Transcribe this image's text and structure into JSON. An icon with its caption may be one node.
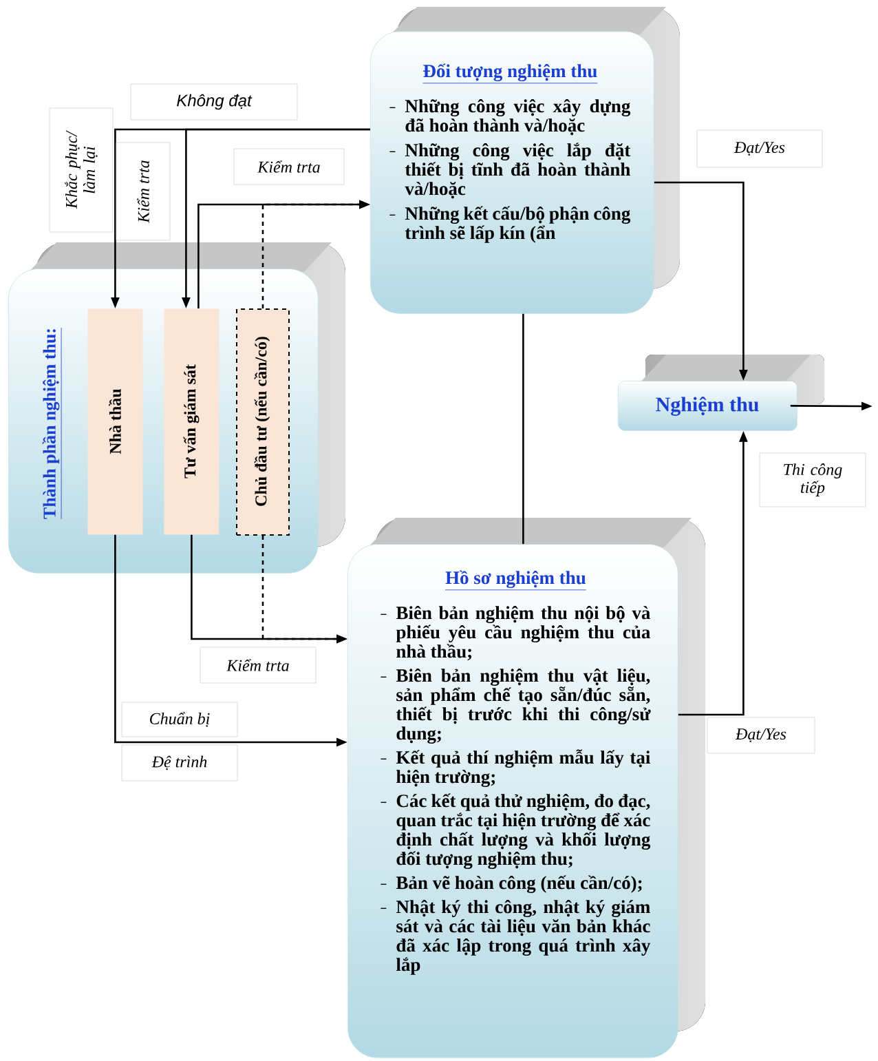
{
  "diagram": {
    "nodes": [
      {
        "text": [
          "Thành phần nghiệm thu:"
        ]
      },
      {
        "text": [
          "Nhà thầu"
        ],
        "in": 0
      },
      {
        "text": [
          "Tư vấn giám sát"
        ],
        "in": 0
      },
      {
        "text": [
          "Chủ đầu tư (nếu cần/có)"
        ],
        "in": 0
      },
      {
        "text": [
          "Đối tượng nghiệm thu",
          "Những công việc xây dựng đã hoàn thành và/hoặc",
          "Những công việc lắp đặt thiết bị tĩnh đã hoàn thành và/hoặc",
          "Những kết cấu/bộ phận công trình sẽ lấp kín (ẩn"
        ]
      },
      {
        "text": [
          "Hồ sơ nghiệm thu",
          "Biên bản nghiệm thu nội bộ và phiếu yêu cầu nghiệm thu của nhà thầu;",
          "Biên bản nghiệm thu vật liệu, sản phẩm chế tạo sẵn/đúc sẵn, thiết bị trước khi thi công/sử dụng;",
          "Kết quả thí nghiệm mẫu lấy tại hiện trường;",
          "Các kết quả thử nghiệm, đo đạc, quan trắc tại hiện trường để xác định chất lượng và khối lượng đối tượng nghiệm thu;",
          "Bản vẽ hoàn công (nếu cần/có);",
          "Nhật ký thi công, nhật ký giám sát và các tài liệu văn bản khác đã xác lập trong quá trình xây lắp"
        ]
      },
      {
        "text": [
          "Nghiệm thu"
        ]
      }
    ],
    "edges": [
      {
        "from": 4,
        "to": 1,
        "arrow": "to"
      },
      {
        "from": 4,
        "to": 2,
        "arrow": "to"
      },
      {
        "from": 2,
        "to": 4,
        "arrow": "to",
        "label": "Kiểm trta"
      },
      {
        "from": 3,
        "to": 4,
        "arrow": "to",
        "style": "dashed"
      },
      {
        "from": 3,
        "to": 5,
        "arrow": "to",
        "style": "dashed"
      },
      {
        "from": 2,
        "to": 5,
        "arrow": "to",
        "label": "Kiểm trta"
      },
      {
        "from": 1,
        "to": 5,
        "arrow": "to",
        "label": "Chuẩn bị"
      },
      {
        "from": 4,
        "to": 6,
        "arrow": "to",
        "label": "Đạt/Yes"
      },
      {
        "from": 5,
        "to": 6,
        "arrow": "to",
        "label": "Đạt/Yes"
      },
      {
        "from": 6,
        "to": null,
        "arrow": "to",
        "label": "Thi công tiếp"
      },
      {
        "from": 4,
        "to": 5,
        "arrow": "none"
      }
    ],
    "labels": [
      "Không đạt",
      "Khắc phục/ làm lại",
      "Kiểm trta",
      "Đệ trình"
    ]
  }
}
